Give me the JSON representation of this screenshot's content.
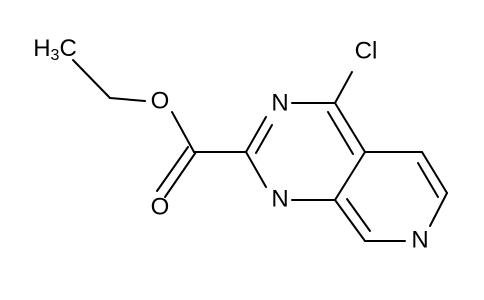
{
  "molecule": {
    "atoms": {
      "methyl": "H3C",
      "ether_oxygen": "O",
      "carbonyl_oxygen": "O",
      "chlorine": "Cl",
      "ring_n_top": "N",
      "ring_n_bottom": "N",
      "pyridine_n": "N"
    },
    "methyl_parts": {
      "h": "H",
      "sub": "3",
      "c": "C"
    }
  },
  "colors": {
    "bond": "#000000",
    "label": "#000000",
    "background": "#ffffff"
  }
}
